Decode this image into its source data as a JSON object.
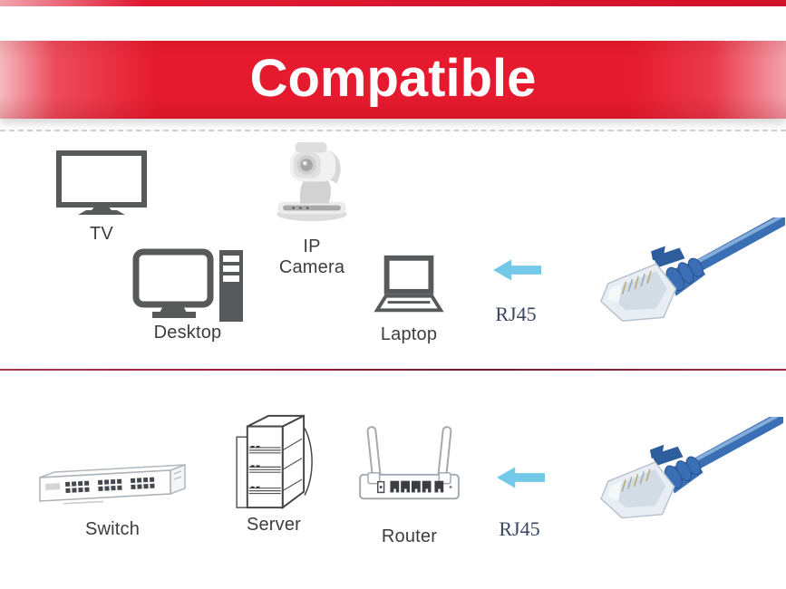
{
  "banner": {
    "title": "Compatible"
  },
  "row1": {
    "devices": {
      "tv": {
        "label": "TV",
        "icon": "tv-icon"
      },
      "ip_camera": {
        "label": "IP Camera",
        "icon": "ip-camera-icon"
      },
      "desktop": {
        "label": "Desktop",
        "icon": "desktop-icon"
      },
      "laptop": {
        "label": "Laptop",
        "icon": "laptop-icon"
      }
    },
    "arrow_icon": "left-arrow-icon",
    "connector_label": "RJ45"
  },
  "row2": {
    "devices": {
      "switch": {
        "label": "Switch",
        "icon": "network-switch-icon"
      },
      "server": {
        "label": "Server",
        "icon": "server-icon"
      },
      "router": {
        "label": "Router",
        "icon": "router-icon"
      }
    },
    "arrow_icon": "left-arrow-icon",
    "connector_label": "RJ45"
  },
  "cable": {
    "name": "blue-rj45-patch-cable"
  },
  "colors": {
    "banner_red": "#e61a2e",
    "top_bar_red": "#dd1830",
    "divider_red": "#8e1b36",
    "arrow_blue": "#74c9e9",
    "cable_blue": "#3a6fb5",
    "icon_gray": "#58595b",
    "label_text": "#3d3d3d",
    "rj45_text": "#38455f"
  }
}
